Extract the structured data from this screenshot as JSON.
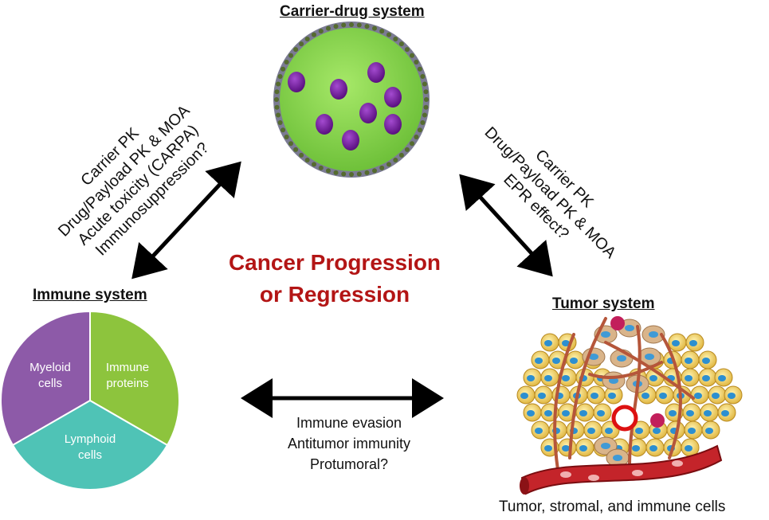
{
  "carrier": {
    "title": "Carrier-drug system"
  },
  "immune": {
    "title": "Immune system",
    "segments": [
      {
        "label_line1": "Myeloid",
        "label_line2": "cells",
        "color": "#8d5aa8"
      },
      {
        "label_line1": "Immune",
        "label_line2": "proteins",
        "color": "#8dc43d"
      },
      {
        "label_line1": "Lymphoid",
        "label_line2": "cells",
        "color": "#4fc3b6"
      }
    ]
  },
  "tumor": {
    "title": "Tumor system",
    "caption": "Tumor, stromal, and immune cells"
  },
  "center": {
    "line1": "Cancer Progression",
    "line2": "or Regression"
  },
  "left_link": {
    "lines": [
      "Carrier PK",
      "Drug/Payload PK & MOA",
      "Acute toxicity (CARPA)",
      "Immunosuppression?"
    ]
  },
  "right_link": {
    "lines": [
      "Carrier PK",
      "Drug/Payload PK & MOA",
      "EPR effect?"
    ]
  },
  "bottom_link": {
    "lines": [
      "Immune evasion",
      "Antitumor immunity",
      "Protumoral?"
    ]
  },
  "colors": {
    "accent_red": "#b31515",
    "nanoparticle_green": "#7fd147",
    "drug_purple": "#7a1fa2"
  }
}
